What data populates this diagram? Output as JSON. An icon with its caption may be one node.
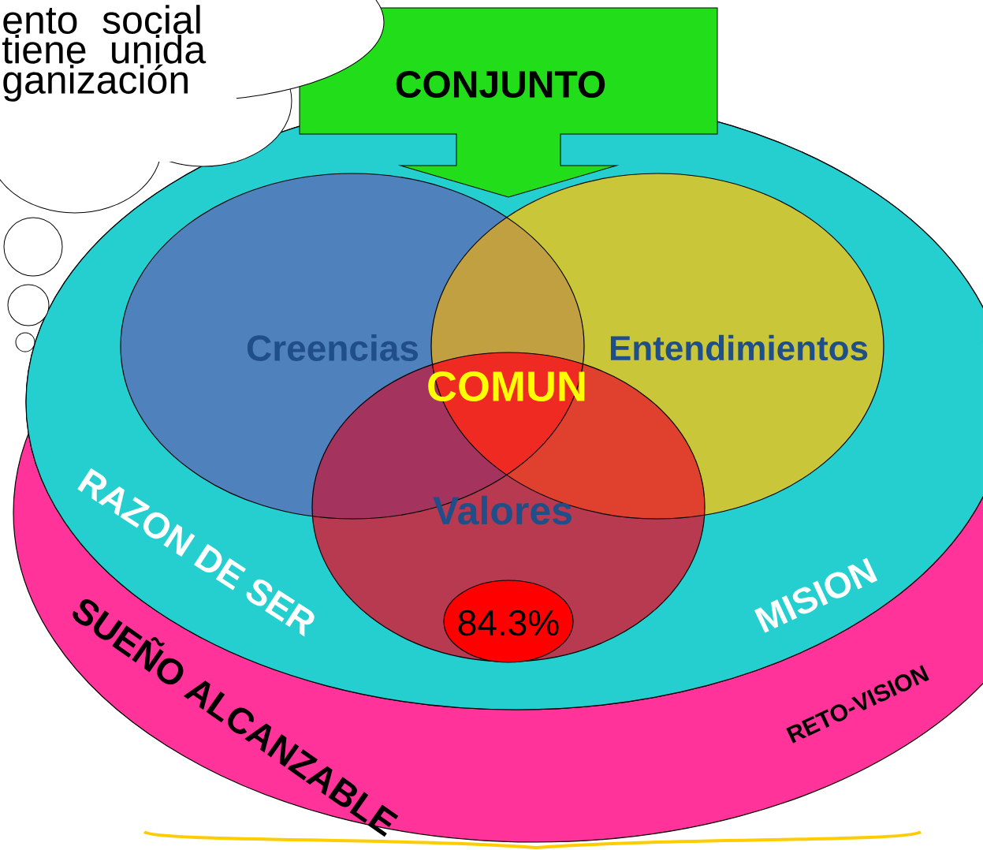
{
  "diagram": {
    "nodes": [
      {
        "text": [
          "SUEÑO ALCANZABLE",
          "RETO-VISION"
        ]
      },
      {
        "text": [
          "RAZON DE SER",
          "MISION"
        ],
        "in": 0
      },
      {
        "text": [
          "Creencias"
        ],
        "in": 1
      },
      {
        "text": [
          "Entendimientos"
        ],
        "in": 1
      },
      {
        "text": [
          "Valores"
        ],
        "in": 1
      },
      {
        "text": [
          "84.3%"
        ],
        "in": 4
      },
      {
        "text": [
          "CONJUNTO"
        ]
      },
      {
        "text": [
          "ento social tiene unida ganización"
        ]
      }
    ],
    "labels": [
      "COMUN"
    ]
  }
}
